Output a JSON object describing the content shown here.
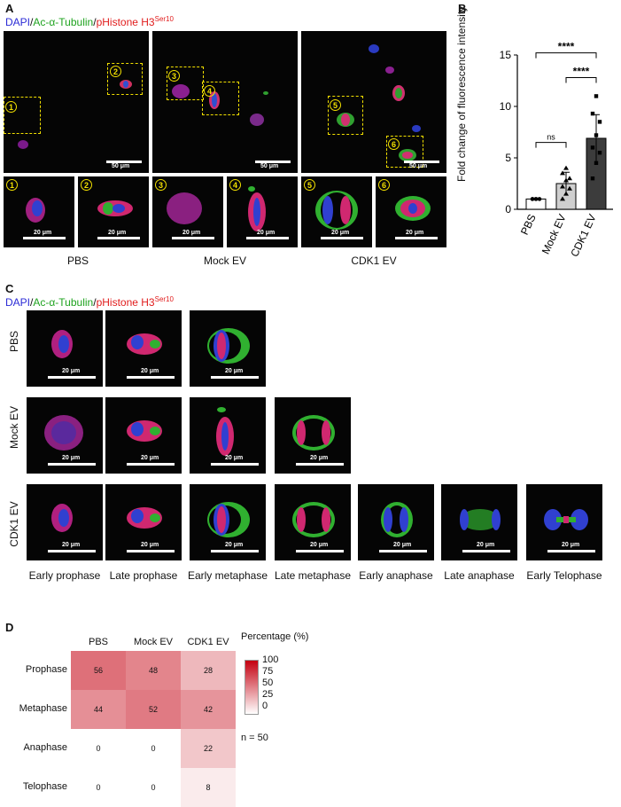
{
  "panels": {
    "a": "A",
    "b": "B",
    "c": "C",
    "d": "D"
  },
  "legend": {
    "dapi": "DAPI",
    "sep": "/",
    "tubulin": "Ac-α-Tubulin",
    "phist": "pHistone H3",
    "sup": "Ser10"
  },
  "scale": {
    "s50": "50 μm",
    "s20": "20 μm"
  },
  "insets": [
    "1",
    "2",
    "3",
    "4",
    "5",
    "6"
  ],
  "groups": [
    "PBS",
    "Mock EV",
    "CDK1 EV"
  ],
  "stages": [
    "Early prophase",
    "Late prophase",
    "Early metaphase",
    "Late metaphase",
    "Early anaphase",
    "Late anaphase",
    "Early Telophase"
  ],
  "chart_data": [
    {
      "type": "bar",
      "categories": [
        "PBS",
        "Mock EV",
        "CDK1 EV"
      ],
      "values": [
        1.0,
        2.5,
        6.9
      ],
      "errors": [
        0.1,
        1.1,
        2.3
      ],
      "points": [
        [
          1.0,
          1.0,
          1.0,
          1.0,
          1.0,
          1.0,
          1.0,
          1.0
        ],
        [
          1.0,
          1.5,
          2.0,
          2.2,
          2.8,
          3.0,
          3.5,
          4.0
        ],
        [
          3.0,
          4.5,
          5.5,
          6.0,
          7.2,
          8.5,
          9.3,
          11.0
        ]
      ],
      "ylabel": "Fold change of fluorescence intensity",
      "ylim": [
        0,
        15
      ],
      "yticks": [
        0,
        5,
        10,
        15
      ],
      "significance": [
        {
          "pair": [
            0,
            1
          ],
          "label": "ns"
        },
        {
          "pair": [
            1,
            2
          ],
          "label": "****"
        },
        {
          "pair": [
            0,
            2
          ],
          "label": "****"
        }
      ],
      "colors": [
        "#ffffff",
        "#cfcfcf",
        "#3c3c3c"
      ]
    },
    {
      "type": "heatmap",
      "columns": [
        "PBS",
        "Mock EV",
        "CDK1 EV"
      ],
      "rows": [
        "Prophase",
        "Metaphase",
        "Anaphase",
        "Telophase"
      ],
      "values": [
        [
          56,
          48,
          28
        ],
        [
          44,
          52,
          42
        ],
        [
          0,
          0,
          22
        ],
        [
          0,
          0,
          8
        ]
      ],
      "colorbar_label": "Percentage (%)",
      "colorbar_ticks": [
        100,
        75,
        50,
        25,
        0
      ],
      "note": "n = 50",
      "colors": {
        "low": "#ffffff",
        "high": "#c40010"
      }
    }
  ]
}
